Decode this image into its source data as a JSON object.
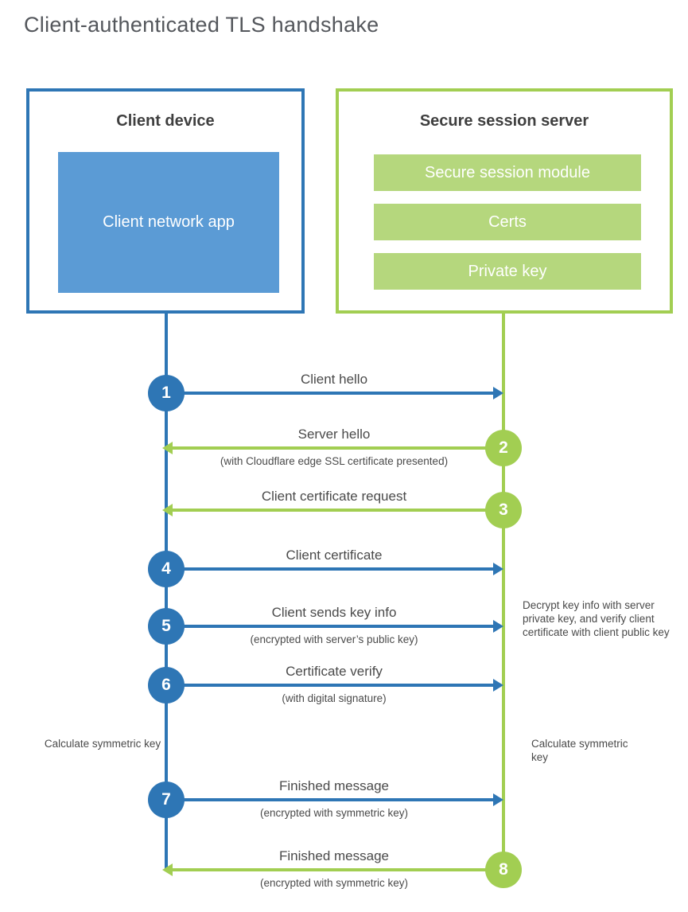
{
  "title": "Client-authenticated TLS handshake",
  "colors": {
    "blue": "#2e76b5",
    "blue_fill": "#5b9bd5",
    "green": "#a2ce52",
    "green_fill": "#b5d77d"
  },
  "client_box": {
    "title": "Client device",
    "app_label": "Client network app"
  },
  "server_box": {
    "title": "Secure session server",
    "modules": [
      "Secure session module",
      "Certs",
      "Private key"
    ]
  },
  "steps": [
    {
      "number": "1",
      "label": "Client hello",
      "sublabel": "",
      "direction": "right",
      "color": "blue"
    },
    {
      "number": "2",
      "label": "Server hello",
      "sublabel": "(with Cloudflare edge SSL certificate presented)",
      "direction": "left",
      "color": "green"
    },
    {
      "number": "3",
      "label": "Client certificate request",
      "sublabel": "",
      "direction": "left",
      "color": "green"
    },
    {
      "number": "4",
      "label": "Client certificate",
      "sublabel": "",
      "direction": "right",
      "color": "blue"
    },
    {
      "number": "5",
      "label": "Client sends key info",
      "sublabel": "(encrypted with server’s public key)",
      "direction": "right",
      "color": "blue"
    },
    {
      "number": "6",
      "label": "Certificate verify",
      "sublabel": "(with digital signature)",
      "direction": "right",
      "color": "blue"
    },
    {
      "number": "7",
      "label": "Finished message",
      "sublabel": "(encrypted with symmetric key)",
      "direction": "right",
      "color": "blue"
    },
    {
      "number": "8",
      "label": "Finished message",
      "sublabel": "(encrypted with symmetric key)",
      "direction": "left",
      "color": "green"
    }
  ],
  "annotations": {
    "decrypt_note": "Decrypt key info with server private key, and verify client certificate with client public key",
    "calc_left": "Calculate symmetric key",
    "calc_right": "Calculate symmetric key"
  }
}
